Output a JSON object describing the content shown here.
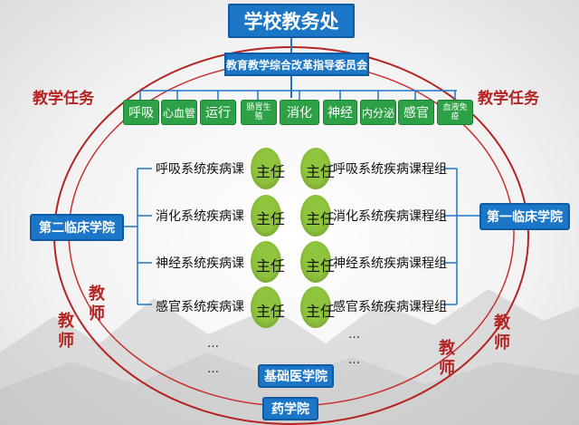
{
  "top_title": "学校教务处",
  "committee": "教育教学综合改革指导委员会",
  "side_labels": {
    "left_task": "教学任务",
    "right_task": "教学任务"
  },
  "systems": [
    "呼吸",
    "心血管",
    "运行",
    "肠胃生殖",
    "消化",
    "神经",
    "内分泌",
    "感官",
    "血液免疫"
  ],
  "left_college": "第二临床学院",
  "right_college": "第一临床学院",
  "left_groups": [
    "呼吸系统疾病课",
    "消化系统疾病课",
    "神经系统疾病课",
    "感官系统疾病课"
  ],
  "right_groups": [
    "呼吸系统疾病课程组",
    "消化系统疾病课程组",
    "神经系统疾病课程组",
    "感官系统疾病课程组"
  ],
  "director_label": "主任",
  "ellipsis": "…",
  "basic_medicine": "基础医学院",
  "pharmacy": "药学院",
  "teacher_label": "教师",
  "colors": {
    "blue": "#1b76c8",
    "green": "#2ea046",
    "red": "#b52424",
    "oval": "#8fc43d"
  }
}
